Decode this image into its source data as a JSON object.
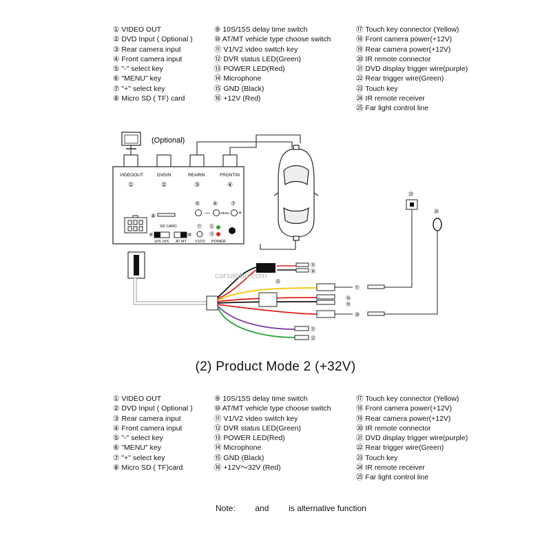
{
  "legend_top": {
    "col1": [
      "① VIDEO OUT",
      "② DVD Input ( Optional )",
      "③ Rear camera input",
      "④ Front camera input",
      "⑤ \"-\" select key",
      "⑥ \"MENU\" key",
      "⑦ \"+\" select key",
      "⑧ Micro SD ( TF) card"
    ],
    "col2": [
      "⑨ 10S/15S delay time switch",
      "⑩ AT/MT vehicle type choose switch",
      "⑪ V1/V2 video switch key",
      "⑫ DVR status LED(Green)",
      "⑬ POWER LED(Red)",
      "⑭ Microphone",
      "⑮ GND  (Black)",
      "⑯ +12V  (Red)"
    ],
    "col3": [
      "⑰ Touch key connector (Yellow)",
      "⑱ Front camera power(+12V)",
      "⑲ Rear camera power(+12V)",
      "⑳ IR remote connector",
      "㉑ DVD display trigger wire(purple)",
      "㉒ Rear trigger wire(Green)",
      "㉓ Touch key",
      "㉔ IR remote receiver",
      "㉕ Far light control line"
    ]
  },
  "legend_bottom": {
    "col1": [
      "① VIDEO OUT",
      "② DVD Input ( Optional )",
      "③ Rear camera input",
      "④ Front camera input",
      "⑤ \"-\" select key",
      "⑥ \"MENU\" key",
      "⑦ \"+\" select key",
      "⑧ Micro SD ( TF)card"
    ],
    "col2": [
      "⑨ 10S/15S delay time switch",
      "⑩ AT/MT vehicle type choose switch",
      "⑪ V1/V2 video switch key",
      "⑫ DVR status LED(Green)",
      "⑬ POWER LED(Red)",
      "⑭ Microphone",
      "⑮ GND  (Black)",
      "⑯ +12V～32V  (Red)"
    ],
    "col3": [
      "⑰ Touch key connector (Yellow)",
      "⑱ Front camera power(+12V)",
      "⑲ Rear camera power(+12V)",
      "⑳ IR remote connector",
      "㉑ DVD display trigger wire(purple)",
      "㉒ Rear trigger wire(Green)",
      "㉓ Touch key",
      "㉔ IR remote receiver",
      "㉕ Far light control line"
    ]
  },
  "diagram": {
    "optional_label": "(Optional)",
    "ports": [
      "VIDEOOUT",
      "DVDIN",
      "REARIN",
      "FRONTIN"
    ],
    "port_nums": [
      "①",
      "②",
      "③",
      "④"
    ],
    "minus": "—",
    "menu": "MENU",
    "plus": "+",
    "sd_card": "SD CARD",
    "delay_switch": "10S 15S",
    "vehicle_switch": "AT MT",
    "video_switch": "V1/V2",
    "power": "POWER",
    "watermark": "carsanbo.com",
    "num5": "⑤",
    "num6": "⑥",
    "num7": "⑦",
    "num8": "⑧",
    "num9": "⑨",
    "num10": "⑩",
    "num11": "⑪",
    "num12": "⑫",
    "num13": "⑬",
    "num14": "⑭",
    "num15": "⑮",
    "num16": "⑯",
    "num17": "⑰",
    "num18": "⑱",
    "num19": "⑲",
    "num20": "⑳",
    "num21": "㉑",
    "num22": "㉒",
    "num23": "㉓",
    "num24": "㉔",
    "num25": "㉕"
  },
  "mode_title": "(2) Product Mode 2   (+32V)",
  "note": {
    "prefix": "Note:",
    "and": "and",
    "suffix": "is alternative function"
  },
  "colors": {
    "red": "#e0201c",
    "green": "#2aa43a",
    "yellow": "#f2c400",
    "purple": "#7a3fa0",
    "black": "#111111"
  }
}
